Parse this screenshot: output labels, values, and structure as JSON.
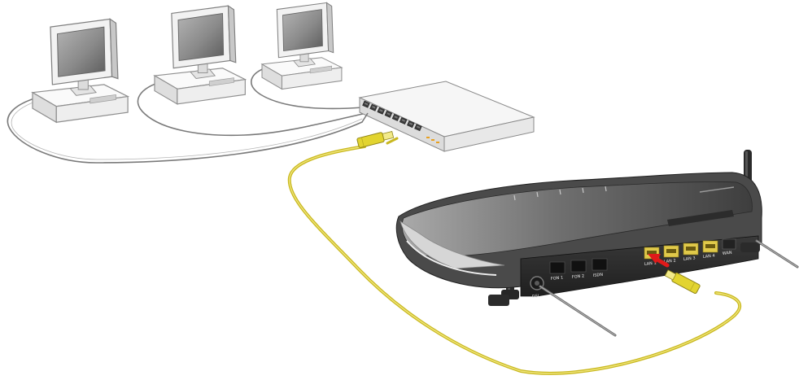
{
  "colors": {
    "background": "#ffffff",
    "lan_cable": "#d8cc2a",
    "lan_plug": "#e2d430",
    "device_cable": "#7a7a7a",
    "router_body": "#3d3d3d",
    "router_top": "#6e6e6e",
    "router_lan_port": "#e0c94a",
    "arrow": "#e01a1a",
    "switch_body": "#ececec",
    "switch_led": "#e8a020",
    "monitor_screen": "#8c8c8c"
  },
  "icons": {
    "computer": "desktop-computer-icon",
    "switch": "network-switch-icon",
    "router": "wireless-router-icon",
    "plug": "rj45-plug-icon",
    "arrow": "red-arrow-icon"
  },
  "router": {
    "port_labels": [
      "FON 1",
      "FON 2",
      "ISDN",
      "LAN 1",
      "LAN 2",
      "LAN 3",
      "LAN 4",
      "WAN",
      "DSL"
    ]
  }
}
